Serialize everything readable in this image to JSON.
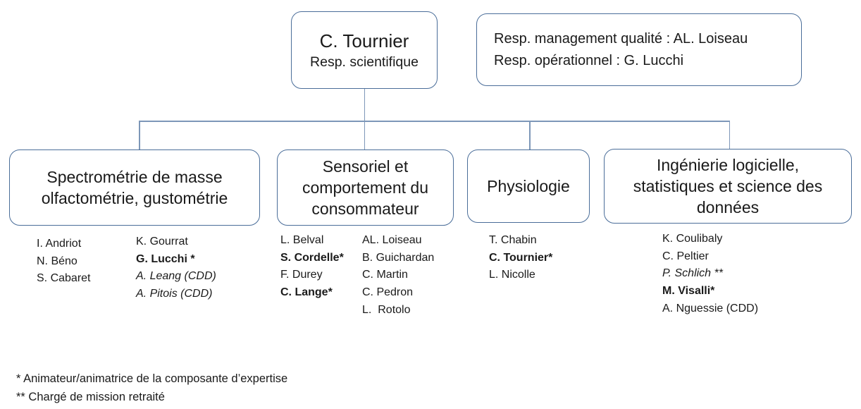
{
  "colors": {
    "box_border": "#4a6d99",
    "connector": "#7d97b8",
    "text": "#1a1a1a",
    "background": "#ffffff"
  },
  "top_box": {
    "name": "C. Tournier",
    "role": "Resp. scientifique"
  },
  "management_box": {
    "line1": "Resp. management qualité : AL. Loiseau",
    "line2": "Resp. opérationnel : G. Lucchi"
  },
  "departments": [
    {
      "title": "Spectrométrie de masse\nolfactométrie, gustométrie",
      "columns": [
        {
          "members": [
            {
              "text": "I. Andriot",
              "style": "regular"
            },
            {
              "text": "N. Béno",
              "style": "regular"
            },
            {
              "text": "S. Cabaret",
              "style": "regular"
            }
          ]
        },
        {
          "members": [
            {
              "text": "K. Gourrat",
              "style": "regular"
            },
            {
              "text": "G. Lucchi *",
              "style": "bold"
            },
            {
              "text": "A. Leang (CDD)",
              "style": "italic"
            },
            {
              "text": "A. Pitois (CDD)",
              "style": "italic"
            }
          ]
        }
      ]
    },
    {
      "title": "Sensoriel et\ncomportement du\nconsommateur",
      "columns": [
        {
          "members": [
            {
              "text": "L. Belval",
              "style": "regular"
            },
            {
              "text": "S. Cordelle*",
              "style": "bold"
            },
            {
              "text": "F. Durey",
              "style": "regular"
            },
            {
              "text": "C. Lange*",
              "style": "bold"
            }
          ]
        },
        {
          "members": [
            {
              "text": "AL. Loiseau",
              "style": "regular"
            },
            {
              "text": "B. Guichardan",
              "style": "regular"
            },
            {
              "text": "C. Martin",
              "style": "regular"
            },
            {
              "text": "C. Pedron",
              "style": "regular"
            },
            {
              "text": "L.  Rotolo",
              "style": "regular"
            }
          ]
        }
      ]
    },
    {
      "title": "Physiologie",
      "columns": [
        {
          "members": [
            {
              "text": "T. Chabin",
              "style": "regular"
            },
            {
              "text": "C. Tournier*",
              "style": "bold"
            },
            {
              "text": "L. Nicolle",
              "style": "regular"
            }
          ]
        }
      ]
    },
    {
      "title": "Ingénierie logicielle,\nstatistiques et science des\ndonnées",
      "columns": [
        {
          "members": [
            {
              "text": "K. Coulibaly",
              "style": "regular"
            },
            {
              "text": "C. Peltier",
              "style": "regular"
            },
            {
              "text": "P. Schlich **",
              "style": "italic"
            },
            {
              "text": "M. Visalli*",
              "style": "bold"
            },
            {
              "text": "A. Nguessie (CDD)",
              "style": "regular"
            }
          ]
        }
      ]
    }
  ],
  "footnotes": [
    "* Animateur/animatrice de la composante d’expertise",
    "** Chargé de mission retraité"
  ]
}
